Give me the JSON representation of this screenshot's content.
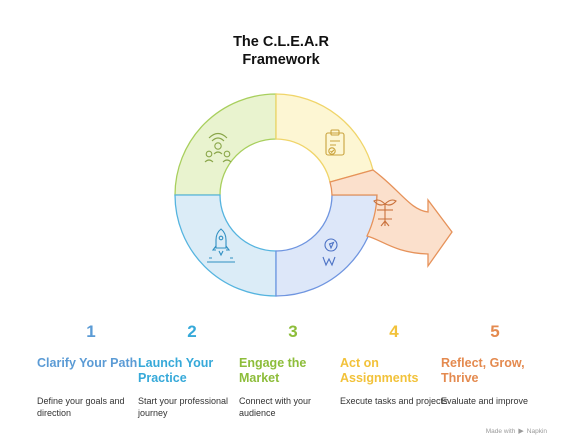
{
  "title": {
    "line1": "The C.L.E.A.R",
    "line2": "Framework"
  },
  "colors": {
    "clarify": "#5b9bd5",
    "launch": "#36a9d9",
    "engage": "#8dbd3a",
    "act": "#f2c23a",
    "reflect": "#e48a4f",
    "ring_yellow_green": "#e9f3cf",
    "ring_yellow": "#fdf6d3",
    "ring_blue": "#dbecf7",
    "ring_indigo": "#dde7f9",
    "arrow_fill": "#fbe0cc"
  },
  "icons": {
    "clarify_segment": "people-network-icon",
    "act_segment": "clipboard-check-icon",
    "reflect_segment": "sprout-icon",
    "launch_segment": "rocket-icon",
    "engage_segment": "compass-icon"
  },
  "steps": [
    {
      "number": "1",
      "heading": "Clarify Your Path",
      "description": "Define your goals and direction"
    },
    {
      "number": "2",
      "heading": "Launch Your Practice",
      "description": "Start your professional journey"
    },
    {
      "number": "3",
      "heading": "Engage the Market",
      "description": "Connect with your audience"
    },
    {
      "number": "4",
      "heading": "Act on Assignments",
      "description": "Execute tasks and projects"
    },
    {
      "number": "5",
      "heading": "Reflect, Grow, Thrive",
      "description": "Evaluate and improve"
    }
  ],
  "footer": {
    "text": "Made with",
    "brand": "Napkin"
  }
}
